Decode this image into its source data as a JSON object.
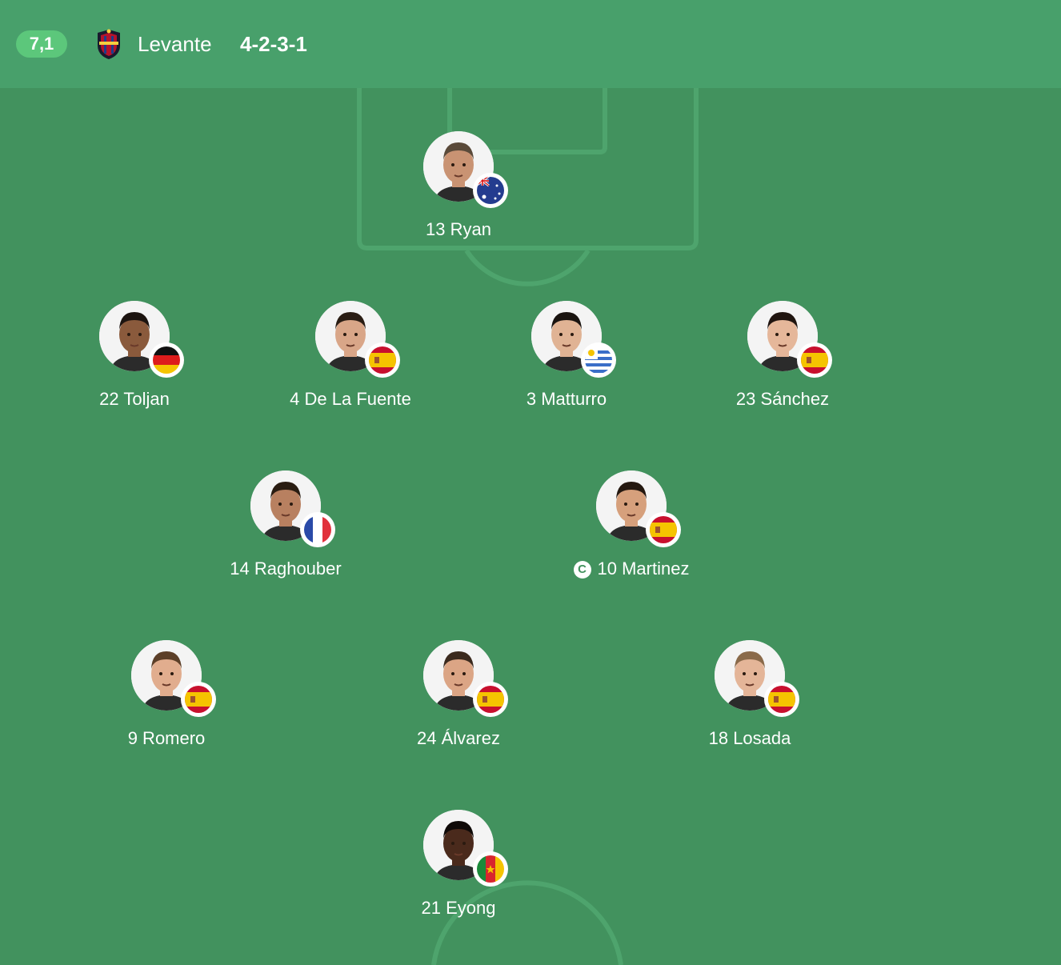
{
  "header": {
    "rating": "7,1",
    "team_name": "Levante",
    "formation": "4-2-3-1",
    "crest_icon": "levante-crest-icon"
  },
  "colors": {
    "header_bg": "#48a06b",
    "pitch_bg": "#42925e",
    "rating_bg": "#5cc77b"
  },
  "captain_mark": "C",
  "players": [
    {
      "number": "13",
      "name": "Ryan",
      "label": "13 Ryan",
      "flag": "australia-flag-icon",
      "captain": false
    },
    {
      "number": "22",
      "name": "Toljan",
      "label": "22 Toljan",
      "flag": "germany-flag-icon",
      "captain": false
    },
    {
      "number": "4",
      "name": "De La Fuente",
      "label": "4 De La Fuente",
      "flag": "spain-flag-icon",
      "captain": false
    },
    {
      "number": "3",
      "name": "Matturro",
      "label": "3 Matturro",
      "flag": "uruguay-flag-icon",
      "captain": false
    },
    {
      "number": "23",
      "name": "Sánchez",
      "label": "23 Sánchez",
      "flag": "spain-flag-icon",
      "captain": false
    },
    {
      "number": "14",
      "name": "Raghouber",
      "label": "14 Raghouber",
      "flag": "france-flag-icon",
      "captain": false
    },
    {
      "number": "10",
      "name": "Martinez",
      "label": "10 Martinez",
      "flag": "spain-flag-icon",
      "captain": true
    },
    {
      "number": "9",
      "name": "Romero",
      "label": "9 Romero",
      "flag": "spain-flag-icon",
      "captain": false
    },
    {
      "number": "24",
      "name": "Álvarez",
      "label": "24 Álvarez",
      "flag": "spain-flag-icon",
      "captain": false
    },
    {
      "number": "18",
      "name": "Losada",
      "label": "18 Losada",
      "flag": "spain-flag-icon",
      "captain": false
    },
    {
      "number": "21",
      "name": "Eyong",
      "label": "21 Eyong",
      "flag": "cameroon-flag-icon",
      "captain": false
    }
  ]
}
